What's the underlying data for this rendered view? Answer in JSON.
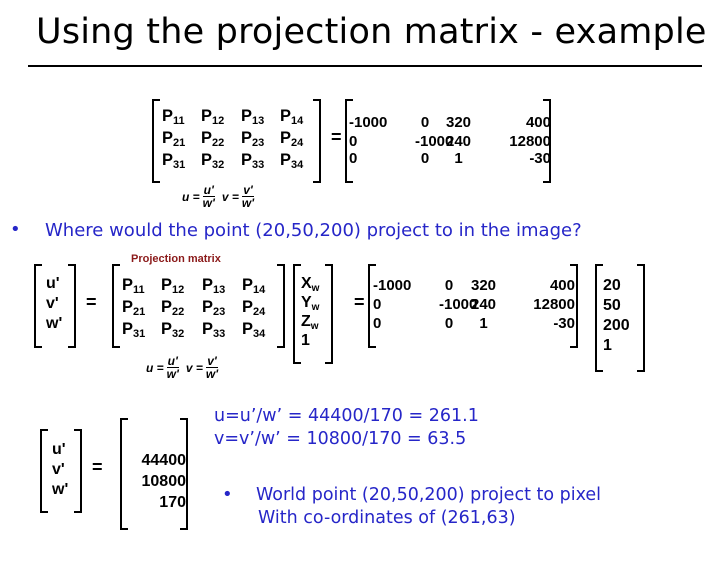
{
  "title": "Using the projection matrix - example",
  "p_matrix": [
    [
      "P11",
      "P12",
      "P13",
      "P14"
    ],
    [
      "P21",
      "P22",
      "P23",
      "P24"
    ],
    [
      "P31",
      "P32",
      "P33",
      "P34"
    ]
  ],
  "numeric_matrix": [
    [
      "-1000",
      "0",
      "320",
      "400"
    ],
    [
      "0",
      "-1000",
      "240",
      "12800"
    ],
    [
      "0",
      "0",
      "1",
      "-30"
    ]
  ],
  "equals": "=",
  "u_lhs": "u =",
  "u_num": "u'",
  "u_den": "w'",
  "v_lhs": "v =",
  "v_num": "v'",
  "v_den": "w'",
  "bullet_question": "Where would the point (20,50,200) project to in the image?",
  "projection_matrix_label": "Projection matrix",
  "uvw": [
    "u'",
    "v'",
    "w'"
  ],
  "world_vector": [
    "X",
    "Y",
    "Z",
    "1"
  ],
  "world_subscript": "w",
  "point_vector": [
    "20",
    "50",
    "200",
    "1"
  ],
  "result_vector": [
    "44400",
    "10800",
    "170"
  ],
  "u_calc": "u=u’/w’ = 44400/170 = 261.1",
  "v_calc": "v=v’/w’ = 10800/170 = 63.5",
  "answer_line1": "World point (20,50,200) project to pixel",
  "answer_line2": "With co-ordinates of (261,63)",
  "accent_color": "#2626c8",
  "label_color": "#8b1a1a"
}
